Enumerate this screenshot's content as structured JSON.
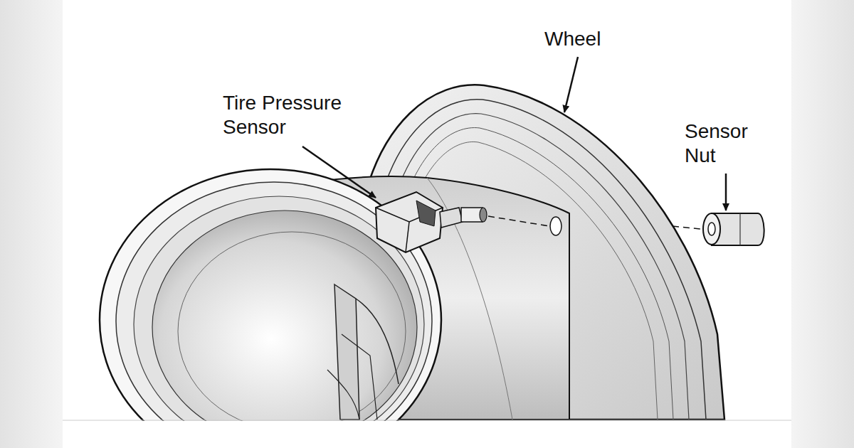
{
  "diagram": {
    "labels": [
      "Wheel",
      "Tire Pressure Sensor",
      "Sensor Nut"
    ]
  }
}
